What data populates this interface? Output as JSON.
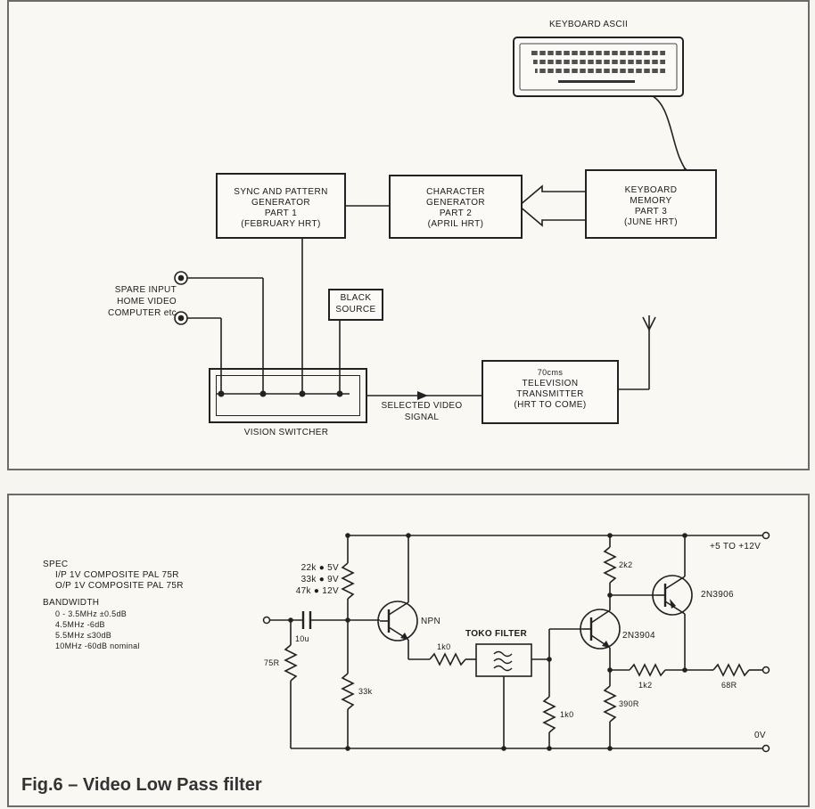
{
  "block_diagram": {
    "keyboard_label": "KEYBOARD ASCII",
    "sync": [
      "SYNC AND PATTERN",
      "GENERATOR",
      "PART 1",
      "(FEBRUARY HRT)"
    ],
    "character": [
      "CHARACTER",
      "GENERATOR",
      "PART 2",
      "(APRIL HRT)"
    ],
    "keyboard_memory": [
      "KEYBOARD",
      "MEMORY",
      "PART 3",
      "(JUNE HRT)"
    ],
    "spare_input": [
      "SPARE INPUT",
      "HOME VIDEO",
      "COMPUTER etc"
    ],
    "black_source": [
      "BLACK",
      "SOURCE"
    ],
    "transmitter": [
      "70cms",
      "TELEVISION",
      "TRANSMITTER",
      "(HRT TO COME)"
    ],
    "selected_video": [
      "SELECTED VIDEO",
      "SIGNAL"
    ],
    "vision_switcher": "VISION SWITCHER"
  },
  "schematic": {
    "spec_title": "SPEC",
    "spec_lines": [
      "I/P 1V COMPOSITE PAL 75R",
      "O/P 1V COMPOSITE PAL 75R"
    ],
    "bandwidth_title": "BANDWIDTH",
    "bandwidth_lines": [
      "0 - 3.5MHz  ±0.5dB",
      "4.5MHz  -6dB",
      "5.5MHz  ≤30dB",
      "10MHz  -60dB nominal"
    ],
    "bias_options": [
      "22k ● 5V",
      "33k ● 9V",
      "47k ● 12V"
    ],
    "supply": "+5 TO +12V",
    "ground": "0V",
    "c_input": "10u",
    "r_input": "75R",
    "r_bias_low": "33k",
    "npn": "NPN",
    "r_1k0_a": "1k0",
    "toko": "TOKO FILTER",
    "r_1k0_b": "1k0",
    "q2": "2N3904",
    "r_2k2": "2k2",
    "r_390": "390R",
    "q3": "2N3906",
    "r_1k2": "1k2",
    "r_68": "68R"
  },
  "caption": "Fig.6  –  Video Low Pass filter"
}
